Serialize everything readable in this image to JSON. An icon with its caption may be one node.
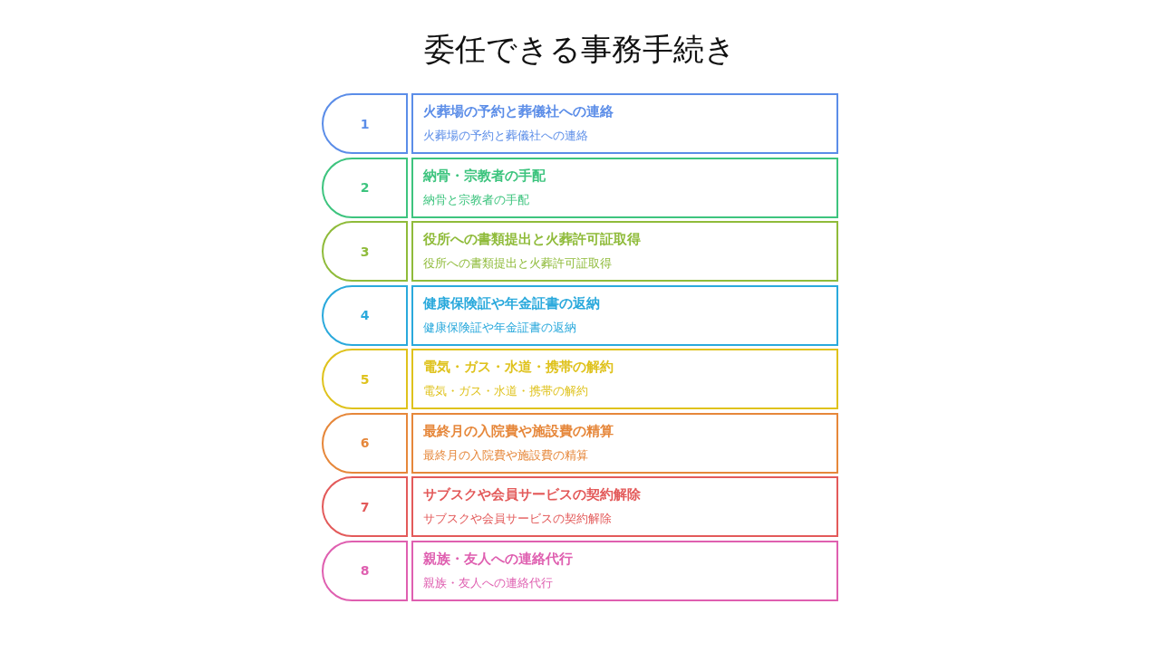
{
  "diagram": {
    "title": "委任できる事務手続き",
    "nodes": [
      {
        "text": [
          "1"
        ]
      },
      {
        "text": [
          "火葬場の予約と葬儀社への連絡",
          "火葬場の予約と葬儀社への連絡"
        ]
      },
      {
        "text": [
          "2"
        ]
      },
      {
        "text": [
          "納骨・宗教者の手配",
          "納骨と宗教者の手配"
        ]
      },
      {
        "text": [
          "3"
        ]
      },
      {
        "text": [
          "役所への書類提出と火葬許可証取得",
          "役所への書類提出と火葬許可証取得"
        ]
      },
      {
        "text": [
          "4"
        ]
      },
      {
        "text": [
          "健康保険証や年金証書の返納",
          "健康保険証や年金証書の返納"
        ]
      },
      {
        "text": [
          "5"
        ]
      },
      {
        "text": [
          "電気・ガス・水道・携帯の解約",
          "電気・ガス・水道・携帯の解約"
        ]
      },
      {
        "text": [
          "6"
        ]
      },
      {
        "text": [
          "最終月の入院費や施設費の精算",
          "最終月の入院費や施設費の精算"
        ]
      },
      {
        "text": [
          "7"
        ]
      },
      {
        "text": [
          "サブスクや会員サービスの契約解除",
          "サブスクや会員サービスの契約解除"
        ]
      },
      {
        "text": [
          "8"
        ]
      },
      {
        "text": [
          "親族・友人への連絡代行",
          "親族・友人への連絡代行"
        ]
      }
    ]
  }
}
